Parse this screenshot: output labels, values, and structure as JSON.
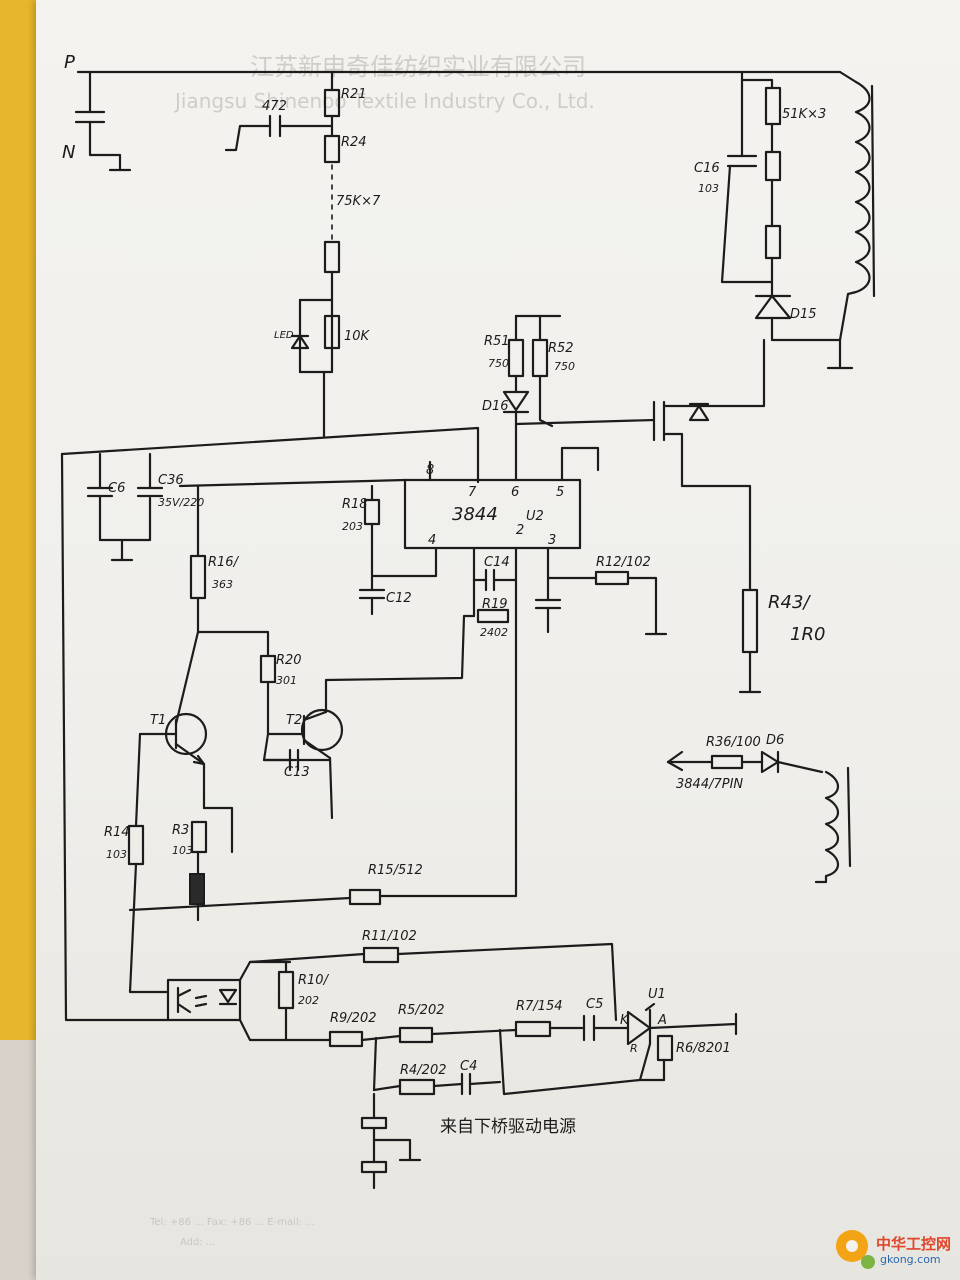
{
  "watermark": {
    "company_cn": "江苏新申奇佳纺织实业有限公司",
    "company_en": "Jiangsu Shinenoo Textile Industry Co., Ltd."
  },
  "footer": {
    "line1": "Tel: +86 ...  Fax: +86 ...  E-mail: ...",
    "line2": "Add: ..."
  },
  "logo": {
    "name": "中华工控网",
    "url": "gkong.com",
    "icon": "gear-icon"
  },
  "labels": {
    "P": "P",
    "N": "N",
    "R21": "R21",
    "R24": "R24",
    "cap_472": "472",
    "resistor_chain": "75K×7",
    "led_label": "LED",
    "r_10k": "10K",
    "R51": "R51",
    "R51_val": "750",
    "R52": "R52",
    "R52_val": "750",
    "D16": "D16",
    "C6": "C6",
    "C36": "C36",
    "C36_val": "35V/220",
    "R18": "R18",
    "R18_val": "203",
    "pin8": "8",
    "pin7": "7",
    "pin6": "6",
    "pin5": "5",
    "pin4": "4",
    "pin3": "3",
    "pin2": "2",
    "ic_name": "3844",
    "ic_ref": "U2",
    "C12": "C12",
    "C14": "C14",
    "R19": "R19",
    "R19_val": "2402",
    "R12": "R12/102",
    "R16": "R16/",
    "R16_val": "363",
    "R20": "R20",
    "R20_val": "301",
    "T1": "T1",
    "T2": "T2",
    "C13": "C13",
    "R14": "R14",
    "R14_val": "103",
    "R3": "R3",
    "R3_val": "103",
    "R15": "R15/512",
    "R11": "R11/102",
    "R10": "R10/",
    "R10_val": "202",
    "R9": "R9/202",
    "R5": "R5/202",
    "R7": "R7/154",
    "C5": "C5",
    "U1": "U1",
    "K": "K",
    "A": "A",
    "R": "R",
    "R6": "R6/8201",
    "R4": "R4/202",
    "C4": "C4",
    "note_cn": "来自下桥驱动电源",
    "chain_51k": "51K×3",
    "C16": "C16",
    "C16_val": "103",
    "D15": "D15",
    "R43": "R43/",
    "R43_val": "1R0",
    "R36": "R36/100",
    "D6": "D6",
    "to_3844": "3844/7PIN"
  }
}
